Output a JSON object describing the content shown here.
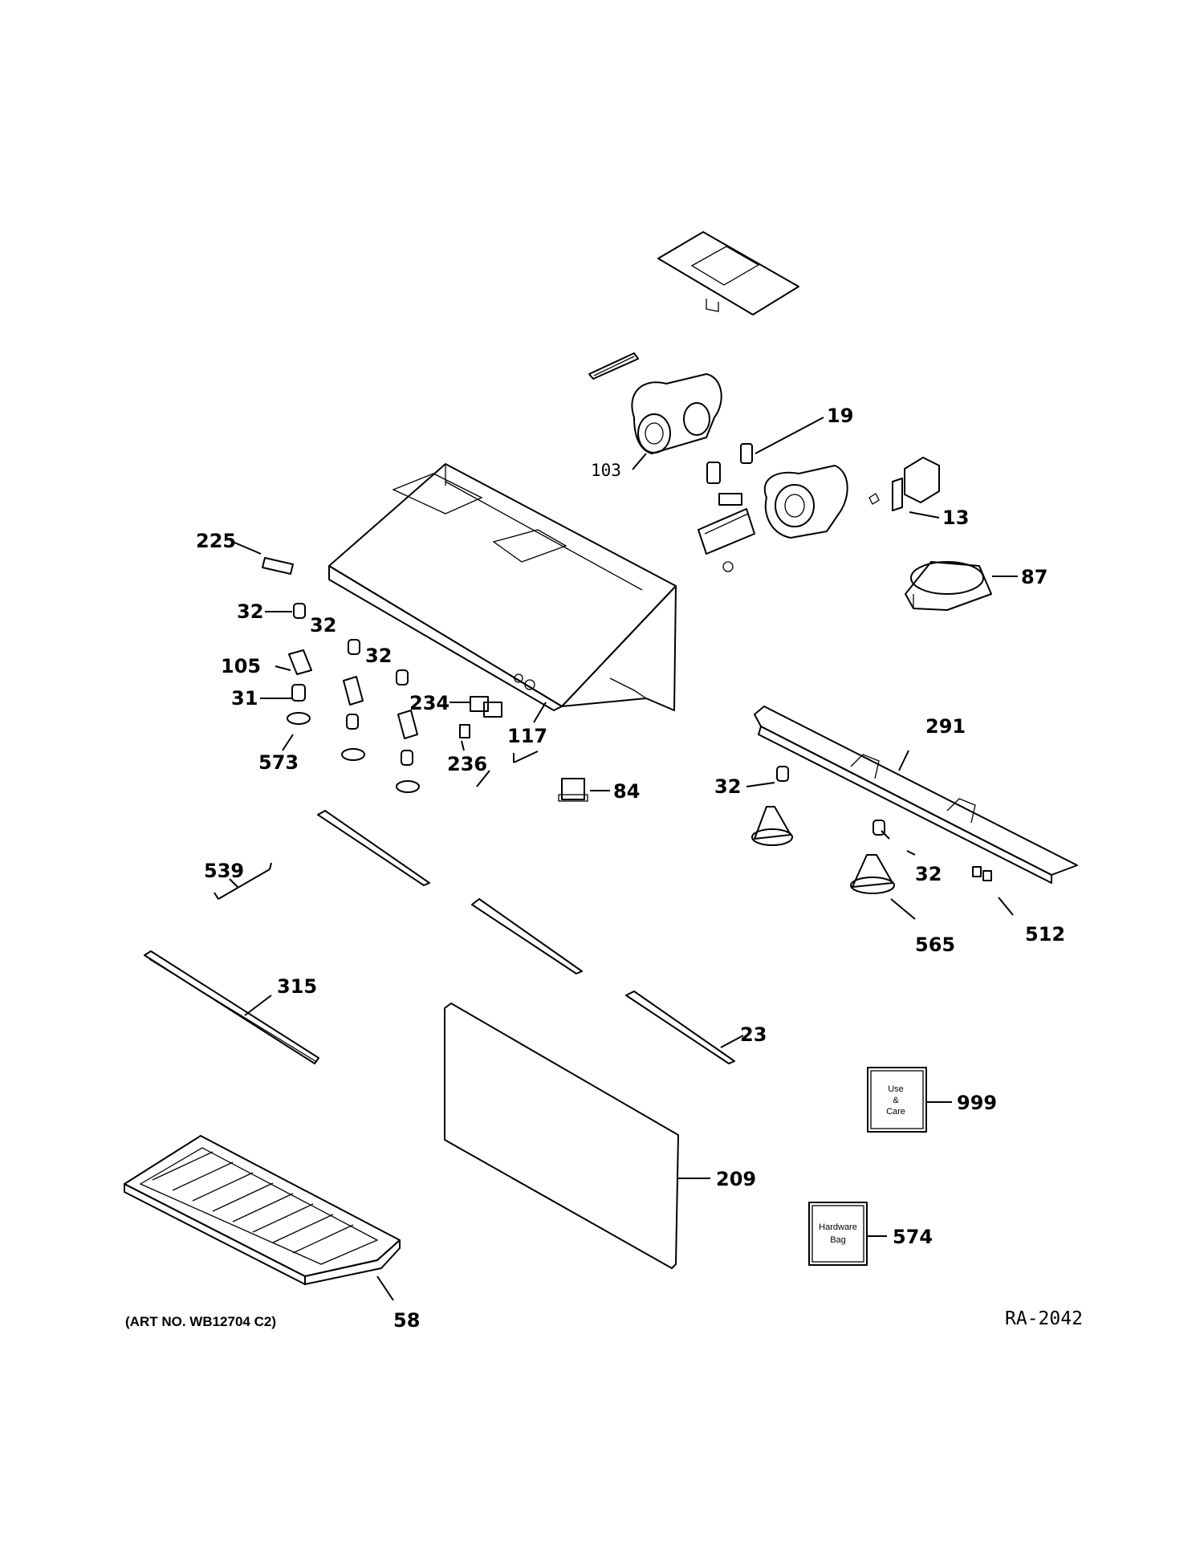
{
  "diagram": {
    "art_number": "(ART NO. WB12704 C2)",
    "reference_code": "RA-2042",
    "callouts": [
      "19",
      "103",
      "13",
      "87",
      "225",
      "32",
      "105",
      "31",
      "573",
      "234",
      "117",
      "236",
      "84",
      "291",
      "539",
      "565",
      "512",
      "315",
      "23",
      "999",
      "209",
      "574",
      "58"
    ],
    "boxes": {
      "use_care": [
        "Use",
        "&",
        "Care"
      ],
      "hardware_bag": [
        "Hardware",
        "Bag"
      ]
    }
  }
}
